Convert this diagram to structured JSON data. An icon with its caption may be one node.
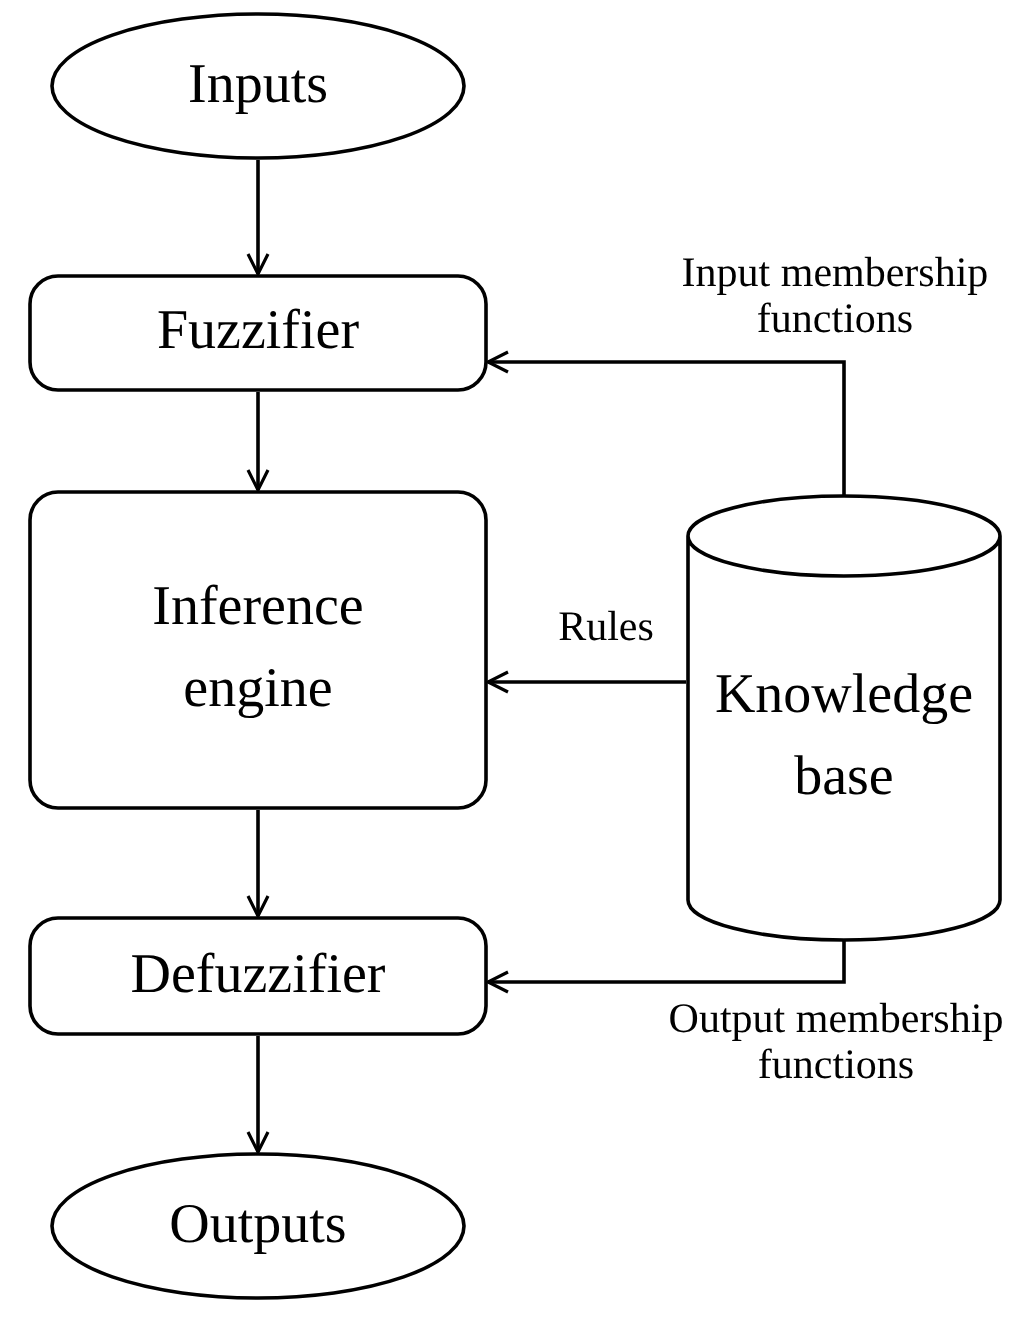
{
  "diagram": {
    "nodes": [
      {
        "text": [
          "Inputs"
        ]
      },
      {
        "text": [
          "Fuzzifier"
        ]
      },
      {
        "text": [
          "Inference engine"
        ]
      },
      {
        "text": [
          "Defuzzifier"
        ]
      },
      {
        "text": [
          "Outputs"
        ]
      },
      {
        "text": [
          "Knowledge base"
        ]
      }
    ],
    "edges": [
      {
        "from": 0,
        "to": 1,
        "arrow": "to"
      },
      {
        "from": 1,
        "to": 2,
        "arrow": "to"
      },
      {
        "from": 2,
        "to": 3,
        "arrow": "to"
      },
      {
        "from": 3,
        "to": 4,
        "arrow": "to"
      },
      {
        "from": 5,
        "to": 1,
        "arrow": "to",
        "label": "Input membership functions"
      },
      {
        "from": 5,
        "to": 2,
        "arrow": "to",
        "label": "Rules"
      },
      {
        "from": 5,
        "to": 3,
        "arrow": "to",
        "label": "Output membership functions"
      }
    ]
  }
}
